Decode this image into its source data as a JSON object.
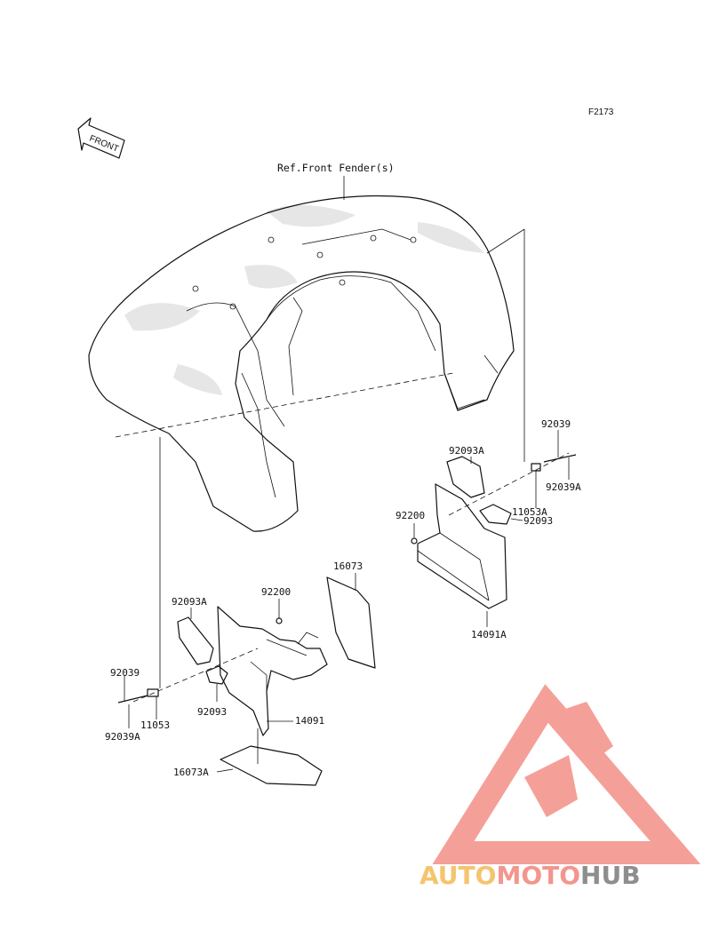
{
  "figure_code": "F2173",
  "direction_label": "FRONT",
  "reference_label": "Ref.Front Fender(s)",
  "parts": {
    "p16073": "16073",
    "p16073A": "16073A",
    "p14091": "14091",
    "p14091A": "14091A",
    "p11053": "11053",
    "p11053A": "11053A",
    "p92039_left": "92039",
    "p92039A_left": "92039A",
    "p92039_right": "92039",
    "p92039A_right": "92039A",
    "p92093_left": "92093",
    "p92093A_left": "92093A",
    "p92093_right": "92093",
    "p92093A_right": "92093A",
    "p92200_left": "92200",
    "p92200_right": "92200"
  },
  "watermark": {
    "part1": "AUTO",
    "part2": "MOTO",
    "part3": "HUB",
    "color_auto": "#f5c46e",
    "color_moto": "#f3968e",
    "color_hub": "#8e8e8e",
    "triangle_color": "#f3968e"
  }
}
